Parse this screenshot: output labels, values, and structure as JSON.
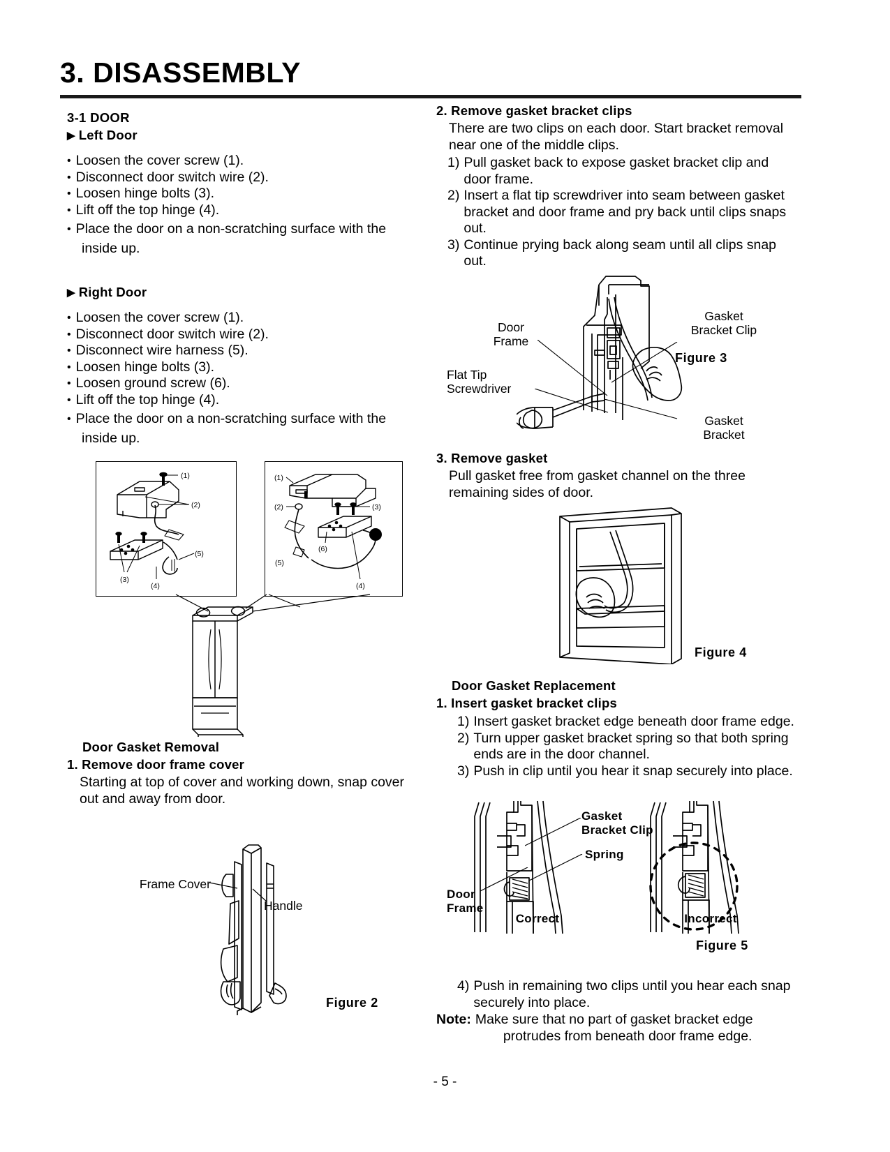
{
  "document": {
    "title": "3. DISASSEMBLY",
    "page_number": "- 5 -"
  },
  "left_column": {
    "section_number_title": "3-1 DOOR",
    "left_door": {
      "heading": "Left Door",
      "marker": "▶",
      "steps": [
        "Loosen the cover screw (1).",
        "Disconnect door switch wire (2).",
        "Loosen hinge bolts (3).",
        "Lift off the top hinge (4).",
        "Place the door on a non-scratching surface with the"
      ],
      "last_step_continuation": "inside up."
    },
    "right_door": {
      "heading": "Right Door",
      "marker": "▶",
      "steps": [
        "Loosen the cover screw (1).",
        "Disconnect door switch wire (2).",
        "Disconnect wire harness (5).",
        "Loosen hinge bolts (3).",
        "Loosen ground screw (6).",
        "Lift off the top hinge (4).",
        "Place the door on a non-scratching surface with the"
      ],
      "last_step_continuation": "inside up."
    },
    "exploded_callouts_left": [
      "(1)",
      "(2)",
      "(5)",
      "(3)",
      "(4)"
    ],
    "exploded_callouts_right": [
      "(1)",
      "(2)",
      "(3)",
      "(6)",
      "(5)",
      "(4)"
    ],
    "gasket_removal": {
      "heading": "Door Gasket Removal",
      "step1_heading": "1. Remove door frame cover",
      "step1_body_line1": "Starting at top of cover and working down, snap cover",
      "step1_body_line2": "out and away from door."
    },
    "figure2": {
      "label": "Figure 2",
      "callout_frame_cover": "Frame Cover",
      "callout_handle": "Handle"
    }
  },
  "right_column": {
    "step2": {
      "heading": "2. Remove gasket bracket clips",
      "body_line1": "There are two clips on each door. Start bracket removal",
      "body_line2": "near one of the middle clips.",
      "substeps": [
        {
          "n": "1)",
          "lines": [
            "Pull gasket back to expose gasket bracket clip and",
            "door frame."
          ]
        },
        {
          "n": "2)",
          "lines": [
            "Insert a flat tip screwdriver into seam between gasket",
            "bracket and door frame and pry back until clips snaps",
            "out."
          ]
        },
        {
          "n": "3)",
          "lines": [
            "Continue prying back along seam until all clips snap",
            "out."
          ]
        }
      ]
    },
    "figure3": {
      "label": "Figure  3",
      "callout_door_frame_line1": "Door",
      "callout_door_frame_line2": "Frame",
      "callout_flat_tip_line1": "Flat Tip",
      "callout_flat_tip_line2": "Screwdriver",
      "callout_gasket_bracket_clip_line1": "Gasket",
      "callout_gasket_bracket_clip_line2": "Bracket Clip",
      "callout_gasket_bracket_line1": "Gasket",
      "callout_gasket_bracket_line2": "Bracket"
    },
    "step3": {
      "heading": "3. Remove gasket",
      "body_line1": "Pull gasket free from gasket channel on the three",
      "body_line2": "remaining sides of door."
    },
    "figure4": {
      "label": "Figure  4"
    },
    "replacement": {
      "heading": "Door Gasket Replacement",
      "step1_heading": "1. Insert gasket bracket clips",
      "substeps": [
        {
          "n": "1)",
          "lines": [
            "Insert gasket bracket edge beneath door frame edge."
          ]
        },
        {
          "n": "2)",
          "lines": [
            "Turn upper gasket bracket spring so that both spring",
            "ends are in the door channel."
          ]
        },
        {
          "n": "3)",
          "lines": [
            "Push in clip until you hear it snap securely into place."
          ]
        }
      ]
    },
    "figure5": {
      "label": "Figure  5",
      "callout_gasket_bracket_clip_line1": "Gasket",
      "callout_gasket_bracket_clip_line2": "Bracket Clip",
      "callout_spring": "Spring",
      "callout_door_frame_line1": "Door",
      "callout_door_frame_line2": "Frame",
      "label_correct": "Correct",
      "label_incorrect": "Incorrect"
    },
    "final": {
      "step4_n": "4)",
      "step4_line1": "Push in remaining two clips until you hear each snap",
      "step4_line2": "securely into place.",
      "note_label": "Note:",
      "note_line1": "Make sure that no part of gasket bracket edge",
      "note_line2": "protrudes from beneath door frame edge."
    }
  },
  "colors": {
    "ink": "#000000",
    "paper": "#ffffff"
  }
}
